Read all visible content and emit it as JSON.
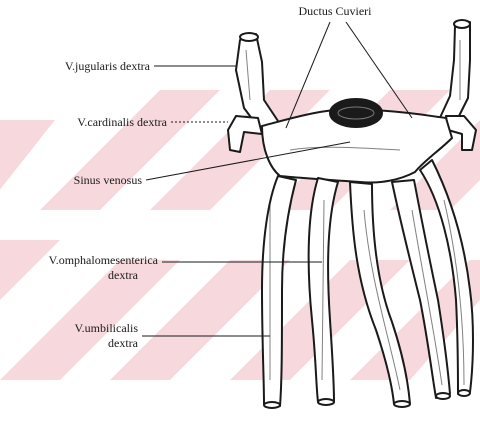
{
  "labels": {
    "ductus": "Ductus Cuvieri",
    "jugularis": "V.jugularis dextra",
    "cardinalis": "V.cardinalis dextra",
    "sinus": "Sinus venosus",
    "omphalo_1": "V.omphalomesenterica",
    "omphalo_2": "dextra",
    "umbilicalis_1": "V.umbilicalis",
    "umbilicalis_2": "dextra"
  },
  "colors": {
    "watermark": "#f6d3d8",
    "ink": "#1a1a1a",
    "vessel_fill": "#ffffff"
  }
}
